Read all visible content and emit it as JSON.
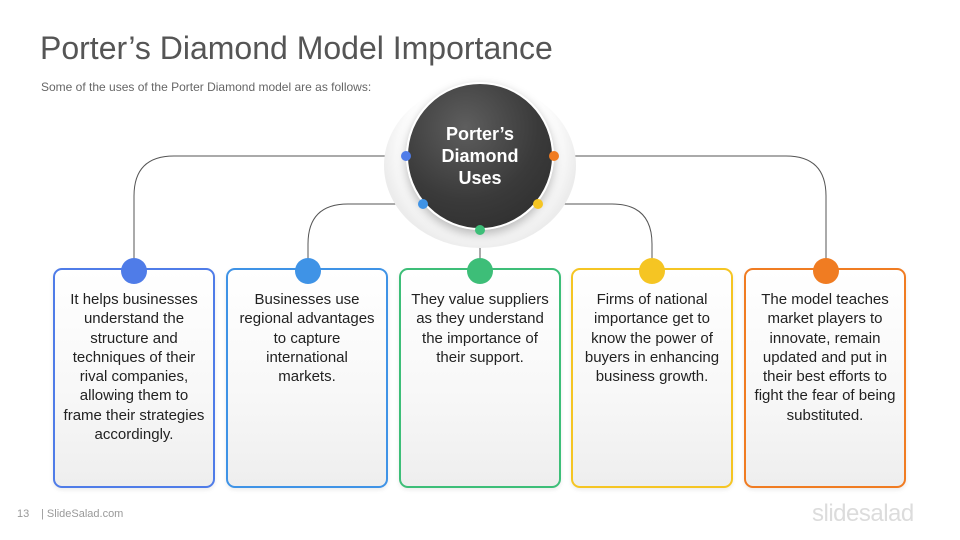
{
  "slide": {
    "title": "Porter’s Diamond Model Importance",
    "subtitle": "Some of the uses of the Porter Diamond  model are as follows:"
  },
  "hub": {
    "label": "Porter’s Diamond Uses"
  },
  "cards": [
    {
      "text": "It helps businesses understand the structure and techniques of their rival companies, allowing them to frame their strategies accordingly.",
      "color": "#4F7CE8"
    },
    {
      "text": "Businesses  use regional advantages to capture international markets.",
      "color": "#3F93E6"
    },
    {
      "text": "They value suppliers as they understand the importance of their support.",
      "color": "#3DBE78"
    },
    {
      "text": "Firms of national importance get to know the power of buyers in enhancing business growth.",
      "color": "#F5C523"
    },
    {
      "text": "The model teaches market players to innovate, remain updated and put in their best efforts to fight the fear of being substituted.",
      "color": "#F07C22"
    }
  ],
  "colors": {
    "line": "#555555",
    "text": "#222222"
  },
  "footer": {
    "page_number": "13",
    "site": "| SlideSalad.com",
    "logo": "slidesalad"
  }
}
